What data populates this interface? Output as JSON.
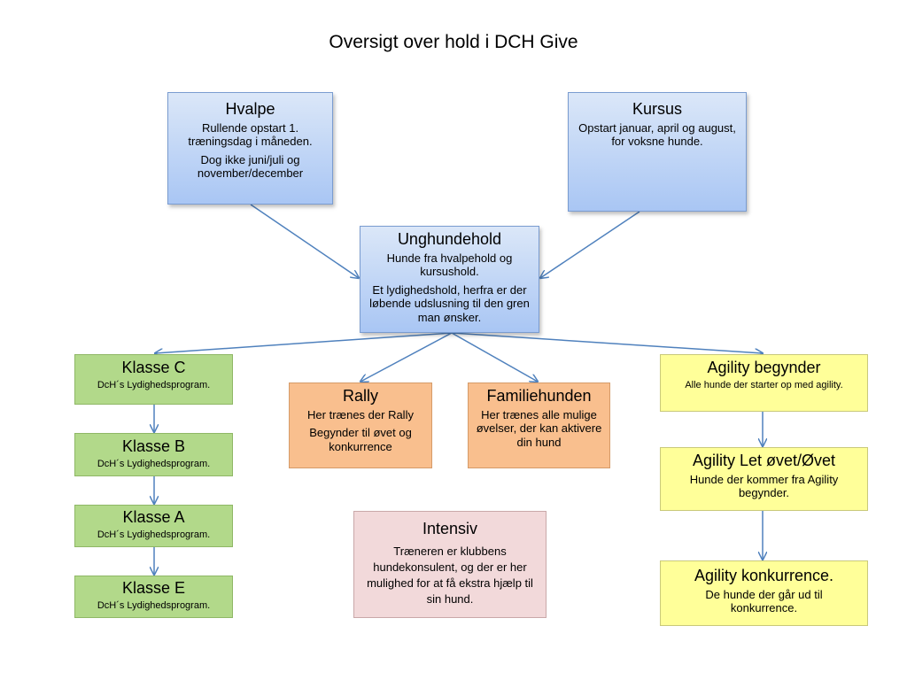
{
  "title": "Oversigt over hold i DCH Give",
  "boxes": {
    "hvalpe": {
      "heading": "Hvalpe",
      "line1": "Rullende opstart 1. træningsdag i måneden.",
      "line2": "Dog ikke juni/juli og november/december"
    },
    "kursus": {
      "heading": "Kursus",
      "line1": "Opstart  januar, april og august, for voksne hunde."
    },
    "unghundehold": {
      "heading": "Unghundehold",
      "line1": "Hunde  fra hvalpehold og kursushold.",
      "line2": "Et lydighedshold, herfra er der løbende udslusning til den gren man ønsker."
    },
    "klasse_c": {
      "heading": "Klasse C",
      "line1": "DcH´s Lydighedsprogram."
    },
    "klasse_b": {
      "heading": "Klasse B",
      "line1": "DcH´s Lydighedsprogram."
    },
    "klasse_a": {
      "heading": "Klasse A",
      "line1": "DcH´s Lydighedsprogram."
    },
    "klasse_e": {
      "heading": "Klasse E",
      "line1": "DcH´s Lydighedsprogram."
    },
    "rally": {
      "heading": "Rally",
      "line1": "Her trænes der Rally",
      "line2": "Begynder til øvet og konkurrence"
    },
    "familiehunden": {
      "heading": "Familiehunden",
      "line1": "Her trænes alle mulige øvelser, der kan aktivere din hund"
    },
    "intensiv": {
      "heading": "Intensiv",
      "line1": "Træneren er klubbens hundekonsulent, og der er her mulighed for at få ekstra hjælp til sin hund."
    },
    "agility_begynder": {
      "heading": "Agility begynder",
      "line1": "Alle hunde der starter op med agility."
    },
    "agility_let_ovet": {
      "heading": "Agility Let øvet/Øvet",
      "line1": "Hunde der kommer fra Agility begynder."
    },
    "agility_konkurrence": {
      "heading": "Agility konkurrence.",
      "line1": "De hunde der går ud til konkurrence."
    }
  },
  "colors": {
    "connector": "#4f81bd",
    "blue_box": "#a9c6f4",
    "green_box": "#b2d98a",
    "orange_box": "#f9bf8e",
    "yellow_box": "#ffff99",
    "pink_box": "#f2d9da"
  }
}
